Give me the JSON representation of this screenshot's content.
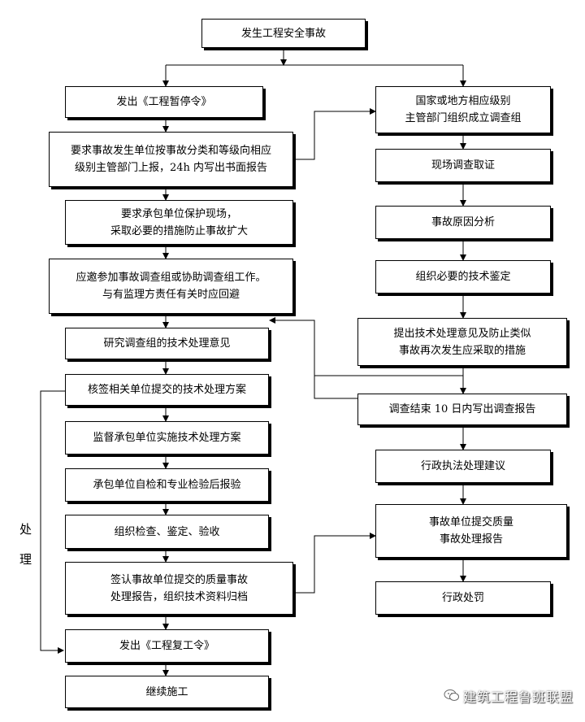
{
  "top": "发生工程安全事故",
  "left": [
    "发出《工程暂停令》",
    "要求事故发生单位按事故分类和等级向相应\n级别主管部门上报，24h 内写出书面报告",
    "要求承包单位保护现场，\n采取必要的措施防止事故扩大",
    "应邀参加事故调查组或协助调查组工作。\n与有监理方责任有关时应回避",
    "研究调查组的技术处理意见",
    "核签相关单位提交的技术处理方案",
    "监督承包单位实施技术处理方案",
    "承包单位自检和专业检验后报验",
    "组织检查、鉴定、验收",
    "签认事故单位提交的质量事故\n处理报告，组织技术资料归档",
    "发出《工程复工令》",
    "继续施工"
  ],
  "right": [
    "国家或地方相应级别\n主管部门组织成立调查组",
    "现场调查取证",
    "事故原因分析",
    "组织必要的技术鉴定",
    "提出技术处理意见及防止类似\n事故再次发生应采取的措施",
    "调查结束 10 日内写出调查报告",
    "行政执法处理建议",
    "事故单位提交质量\n事故处理报告",
    "行政处罚"
  ],
  "side_label": [
    "处",
    "理"
  ],
  "watermark": "建筑工程鲁班联盟",
  "watermark_icon": "wechat-icon"
}
